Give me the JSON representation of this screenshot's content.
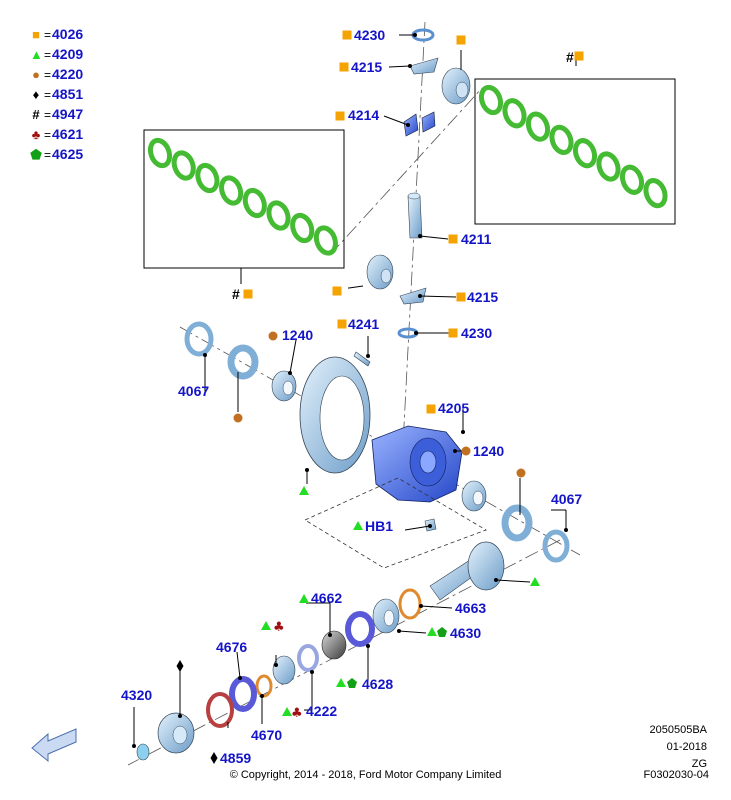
{
  "colors": {
    "label": "#1414c8",
    "square": "#f5a300",
    "triangle": "#22dd22",
    "circle": "#c07020",
    "club": "#a01010",
    "pentagon": "#14a014",
    "gear_green": "#44bb33",
    "part_blue": "#4a6ee8",
    "part_light": "#a8cde8",
    "ring_orange": "#e08a30",
    "ring_red": "#b84040"
  },
  "legend": [
    {
      "symbol": "square-icon",
      "glyph": "■",
      "color": "#f5a300",
      "eq": "=",
      "code": "4026"
    },
    {
      "symbol": "triangle-icon",
      "glyph": "▲",
      "color": "#22dd22",
      "eq": "=",
      "code": "4209"
    },
    {
      "symbol": "circle-icon",
      "glyph": "●",
      "color": "#c07020",
      "eq": "=",
      "code": "4220"
    },
    {
      "symbol": "diamond-icon",
      "glyph": "♦",
      "color": "#000000",
      "eq": "=",
      "code": "4851"
    },
    {
      "symbol": "hash-icon",
      "glyph": "#",
      "color": "#000000",
      "eq": "=",
      "code": "4947"
    },
    {
      "symbol": "club-icon",
      "glyph": "♣",
      "color": "#a01010",
      "eq": "=",
      "code": "4621"
    },
    {
      "symbol": "pentagon-icon",
      "glyph": "⬟",
      "color": "#14a014",
      "eq": "=",
      "code": "4625"
    }
  ],
  "callouts": {
    "p4230_top": "4230",
    "p4215_top": "4215",
    "p4214": "4214",
    "p4211": "4211",
    "p4215_mid": "4215",
    "p4230_mid": "4230",
    "p4241": "4241",
    "p1240_left": "1240",
    "p4067_left": "4067",
    "p4205": "4205",
    "p1240_right": "1240",
    "p4067_right": "4067",
    "hb1": "HB1",
    "p4662": "4662",
    "p4663": "4663",
    "p4630": "4630",
    "p4676": "4676",
    "p4628": "4628",
    "p4222": "4222",
    "p4320": "4320",
    "p4670": "4670",
    "p4859": "4859",
    "hash_mark": "#"
  },
  "meta": {
    "doc_id": "2050505BA",
    "date": "01-2018",
    "region": "ZG",
    "figure": "F0302030-04",
    "copyright": "© Copyright, 2014 - 2018, Ford Motor Company Limited"
  }
}
